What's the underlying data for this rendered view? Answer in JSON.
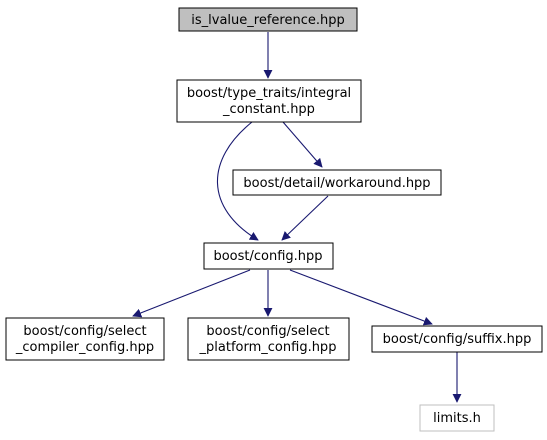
{
  "colors": {
    "edge": "#191970",
    "root_fill": "#bfbfbf",
    "node_fill": "#ffffff",
    "node_stroke": "#000000",
    "external_stroke": "#bfbfbf",
    "external_text": "#3f3f3f"
  },
  "nodes": {
    "root": {
      "lines": [
        "is_lvalue_reference.hpp"
      ]
    },
    "integral_constant": {
      "lines": [
        "boost/type_traits/integral",
        "_constant.hpp"
      ]
    },
    "workaround": {
      "lines": [
        "boost/detail/workaround.hpp"
      ]
    },
    "config": {
      "lines": [
        "boost/config.hpp"
      ]
    },
    "select_compiler": {
      "lines": [
        "boost/config/select",
        "_compiler_config.hpp"
      ]
    },
    "select_platform": {
      "lines": [
        "boost/config/select",
        "_platform_config.hpp"
      ]
    },
    "suffix": {
      "lines": [
        "boost/config/suffix.hpp"
      ]
    },
    "limits": {
      "lines": [
        "limits.h"
      ]
    }
  },
  "edges": [
    {
      "from": "root",
      "to": "integral_constant"
    },
    {
      "from": "integral_constant",
      "to": "config"
    },
    {
      "from": "integral_constant",
      "to": "workaround"
    },
    {
      "from": "workaround",
      "to": "config"
    },
    {
      "from": "config",
      "to": "select_compiler"
    },
    {
      "from": "config",
      "to": "select_platform"
    },
    {
      "from": "config",
      "to": "suffix"
    },
    {
      "from": "suffix",
      "to": "limits"
    }
  ]
}
